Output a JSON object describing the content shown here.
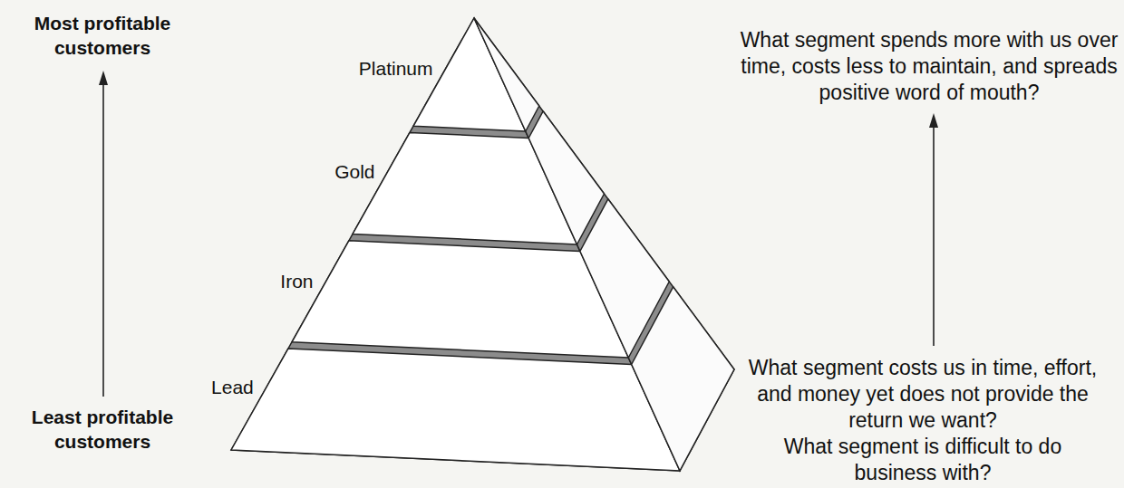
{
  "diagram": {
    "nodes": [
      {
        "text": [
          "Platinum"
        ]
      },
      {
        "text": [
          "Gold"
        ]
      },
      {
        "text": [
          "Iron"
        ]
      },
      {
        "text": [
          "Lead"
        ]
      }
    ],
    "labels": [
      "Most profitable customers",
      "Least profitable customers",
      "What segment spends more with us over time, costs less to maintain, and spreads positive word of mouth?",
      "What segment costs us in time, effort, and money yet does not provide the return we want?",
      "What segment is difficult to do business with?"
    ]
  }
}
